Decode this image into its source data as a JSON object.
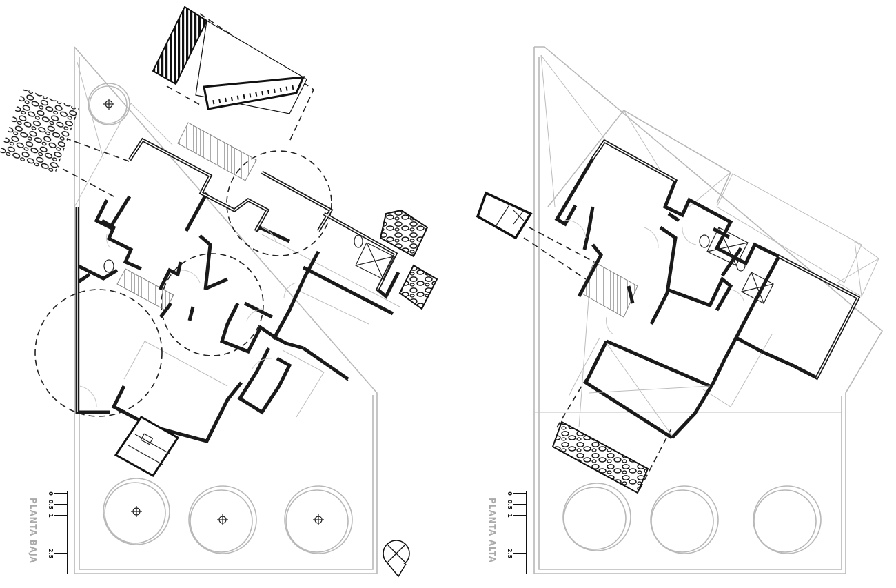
{
  "plans": [
    {
      "title": "PLANTA BAJA",
      "scale_ticks": [
        "0",
        "0.5",
        "1",
        "2.5"
      ]
    },
    {
      "title": "PLANTA ALTA",
      "scale_ticks": [
        "0",
        "0.5",
        "1",
        "2.5"
      ]
    }
  ],
  "icons": {
    "north_arrow": "north-arrow-icon",
    "tree": "tree-symbol-icon"
  },
  "colors": {
    "walls": "#1a1a1a",
    "site_lines": "#b8b8b8",
    "background": "#ffffff"
  }
}
